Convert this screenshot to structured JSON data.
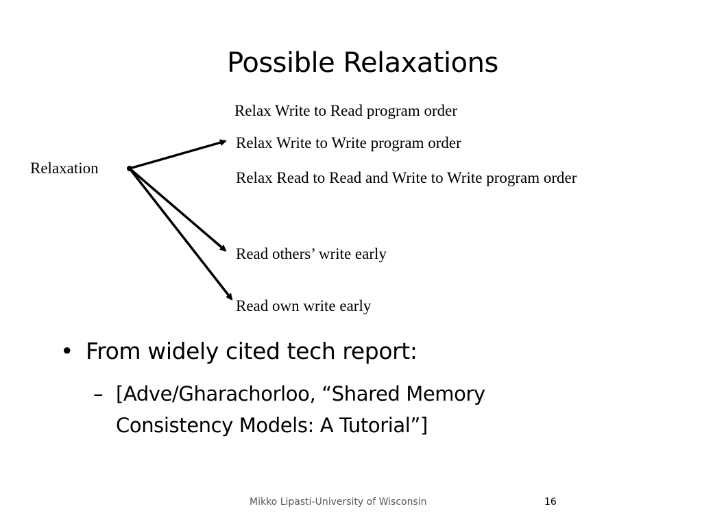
{
  "slide": {
    "title": "Possible Relaxations"
  },
  "diagram": {
    "root_label": "Relaxation",
    "branches": [
      "Relax Write to Read program order",
      "Relax Write to Write program order",
      "Relax Read to Read and Write to Write program order",
      "Read others’ write early",
      "Read own write early"
    ]
  },
  "bullets": {
    "level1_marker": "•",
    "level1_text": "From widely cited tech report:",
    "level2_marker": "–",
    "level2_line1": "[Adve/Gharachorloo, “Shared Memory",
    "level2_line2": "Consistency Models: A Tutorial”]"
  },
  "footer": {
    "author": "Mikko Lipasti-University of Wisconsin",
    "page_number": "16"
  }
}
